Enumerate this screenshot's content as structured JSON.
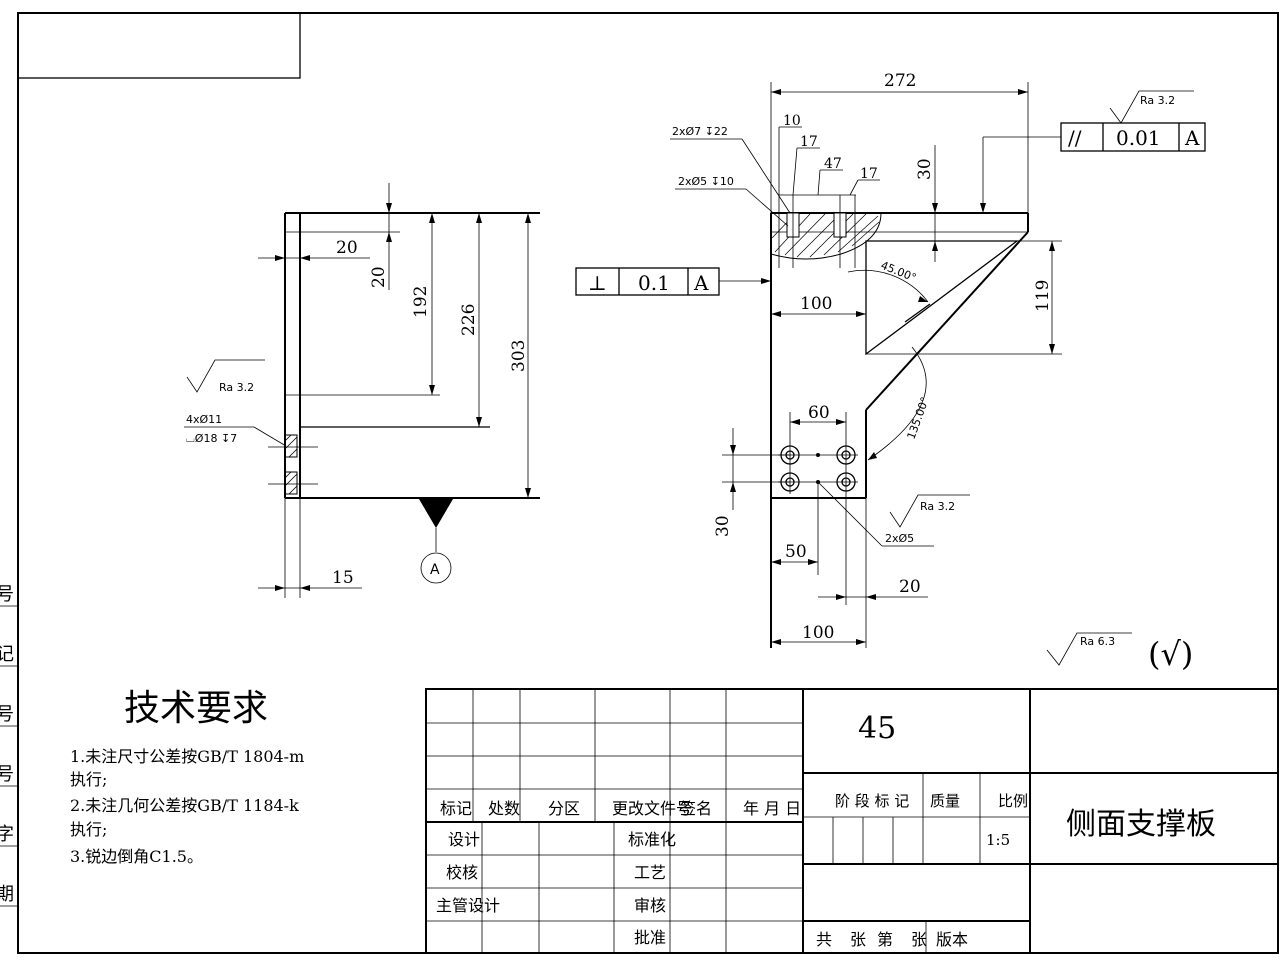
{
  "side_labels": [
    "号",
    "记",
    "号",
    "号",
    "字",
    "期"
  ],
  "tech": {
    "title": "技术要求",
    "item1a": "1.未注尺寸公差按GB/T 1804-m",
    "item1b": "执行;",
    "item2a": "2.未注几何公差按GB/T 1184-k",
    "item2b": "执行;",
    "item3": "3.锐边倒角C1.5。"
  },
  "left_view": {
    "dims": [
      "20",
      "20",
      "192",
      "226",
      "303",
      "15"
    ],
    "ra": "Ra 3.2",
    "hole_note1": "4xØ11",
    "hole_note2": "⌴Ø18 ↧7",
    "datum": "A"
  },
  "front_view": {
    "dims": [
      "272",
      "10",
      "17",
      "47",
      "17",
      "30",
      "119",
      "100",
      "60",
      "30",
      "50",
      "20",
      "100"
    ],
    "angles": [
      "45.00°",
      "135.00°"
    ],
    "hole_note_top1": "2xØ7 ↧22",
    "hole_note_top2": "2xØ5 ↧10",
    "hole_note_bottom": "2xØ5",
    "ra_top": "Ra 3.2",
    "ra_bottom": "Ra 3.2",
    "parallel": {
      "symbol": "//",
      "value": "0.01",
      "datum": "A"
    },
    "perpendicular": {
      "symbol": "⊥",
      "value": "0.1",
      "datum": "A"
    }
  },
  "general_ra": {
    "text": "Ra 6.3",
    "suffix": "(√)"
  },
  "title_block": {
    "material": "45",
    "part_name": "侧面支撑板",
    "header": [
      "标记",
      "处数",
      "分区",
      "更改文件号",
      "签名",
      "年 月 日"
    ],
    "stage_labels": [
      "阶 段 标 记",
      "质量",
      "比例"
    ],
    "scale": "1:5",
    "roles": [
      "设计",
      "校核",
      "主管设计"
    ],
    "roles2": [
      "标准化",
      "工艺",
      "审核",
      "批准"
    ],
    "sheet": [
      "共",
      "张",
      "第",
      "张"
    ],
    "version": "版本"
  }
}
